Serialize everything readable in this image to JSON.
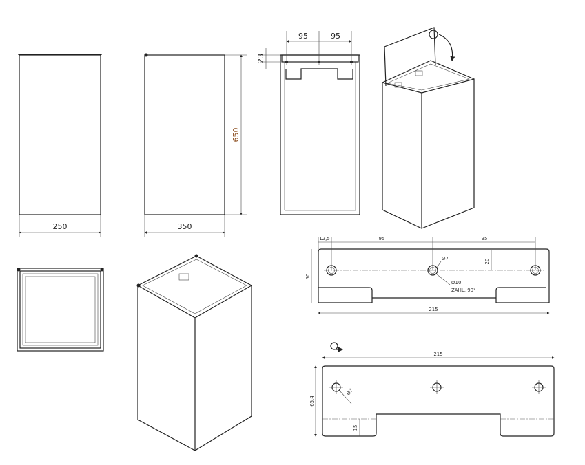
{
  "views": {
    "front": {
      "width_label": "250"
    },
    "side": {
      "depth_label": "350",
      "height_label": "650"
    },
    "section": {
      "spacing_left": "95",
      "spacing_right": "95",
      "top_offset": "23"
    },
    "bracket_top": {
      "edge_offset": "12,5",
      "spacing_left": "95",
      "spacing_right": "95",
      "hole_height": "20",
      "height": "50",
      "hole_dia": "Ø7",
      "countersink": "Ø10",
      "countersink_angle": "ZAHL. 90°",
      "width": "215"
    },
    "bracket_flat": {
      "width": "215",
      "height": "65,4",
      "hole_dia": "Ø7",
      "bend": "15"
    }
  },
  "colors": {
    "line": "#222222",
    "height_dim": "#8a4a1a"
  }
}
